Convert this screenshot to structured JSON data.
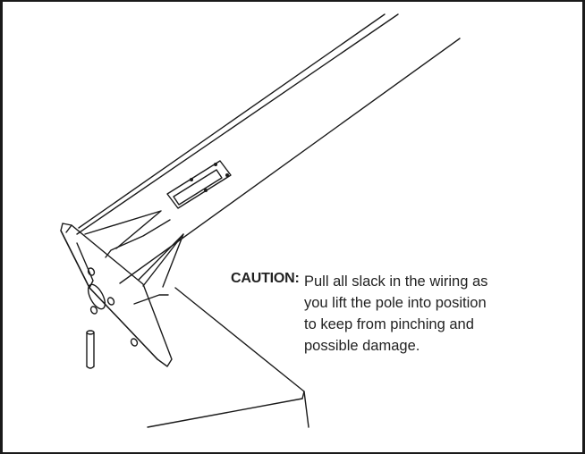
{
  "caution": {
    "label": "CAUTION:",
    "lines": [
      "Pull all slack in the wiring as",
      "you lift the pole into position",
      "to keep from pinching and",
      "possible damage."
    ]
  },
  "colors": {
    "stroke": "#1a1a1a",
    "background": "#ffffff"
  }
}
